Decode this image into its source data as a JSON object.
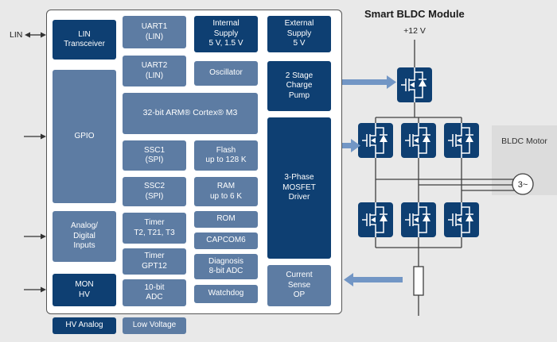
{
  "title": "Smart BLDC Module",
  "external": {
    "lin_label": "LIN",
    "supply_label": "+12 V",
    "motor_label": "BLDC Motor",
    "motor_symbol": "3~"
  },
  "legend": {
    "hv_analog": "HV Analog",
    "low_voltage": "Low Voltage"
  },
  "blocks": {
    "lin_transceiver": "LIN\nTransceiver",
    "gpio": "GPIO",
    "analog_digital_inputs": "Analog/\nDigital\nInputs",
    "mon_hv": "MON\nHV",
    "uart1": "UART1\n(LIN)",
    "uart2": "UART2\n(LIN)",
    "arm_core": "32-bit ARM® Cortex® M3",
    "ssc1": "SSC1\n(SPI)",
    "ssc2": "SSC2\n(SPI)",
    "timer_t2": "Timer\nT2, T21, T3",
    "timer_gpt12": "Timer\nGPT12",
    "adc_10bit": "10-bit\nADC",
    "internal_supply": "Internal\nSupply\n5 V, 1.5 V",
    "oscillator": "Oscillator",
    "flash": "Flash\nup to 128 K",
    "ram": "RAM\nup to 6 K",
    "rom": "ROM",
    "capcom6": "CAPCOM6",
    "diagnosis_adc": "Diagnosis\n8-bit ADC",
    "watchdog": "Watchdog",
    "external_supply": "External\nSupply\n5 V",
    "charge_pump": "2 Stage\nCharge\nPump",
    "mosfet_driver": "3-Phase\nMOSFET\nDriver",
    "current_sense": "Current\nSense\nOP"
  },
  "colors": {
    "background": "#e9e9e9",
    "hv_analog_dark_blue": "#0e3f72",
    "low_voltage_blue": "#5d7ca3",
    "signal_arrow_blue": "#7296c5",
    "wire": "#3f3f3f",
    "motor_box_gray": "#dcdcdc"
  }
}
